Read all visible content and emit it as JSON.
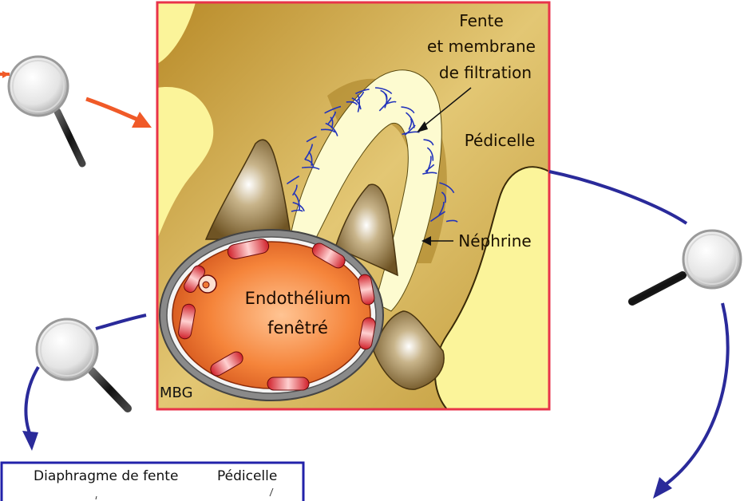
{
  "labels": {
    "fente_line1": "Fente",
    "fente_line2": "et membrane",
    "fente_line3": "de filtration",
    "pedicelle": "Pédicelle",
    "nephrine": "Néphrine",
    "endothelium_line1": "Endothélium",
    "endothelium_line2": "fenêtré",
    "mbg": "MBG",
    "inset_diaphragme": "Diaphragme de fente",
    "inset_pedicelle": "Pédicelle"
  },
  "colors": {
    "frame_border": "#e8334a",
    "podocyte_gold": "#b8902a",
    "podocyte_light": "#e8d27a",
    "urinary_space": "#fbf49a",
    "slit_fill": "#fdfbd0",
    "nephrin_lines": "#2233bb",
    "erythro_orange": "#f07a35",
    "mbg_gray": "#8a8a8a",
    "arrow_orange": "#f05a28",
    "arrow_blue": "#2222aa"
  },
  "icons": [
    "magnifier-icon-left",
    "magnifier-icon-right",
    "magnifier-icon-bottom-left"
  ]
}
